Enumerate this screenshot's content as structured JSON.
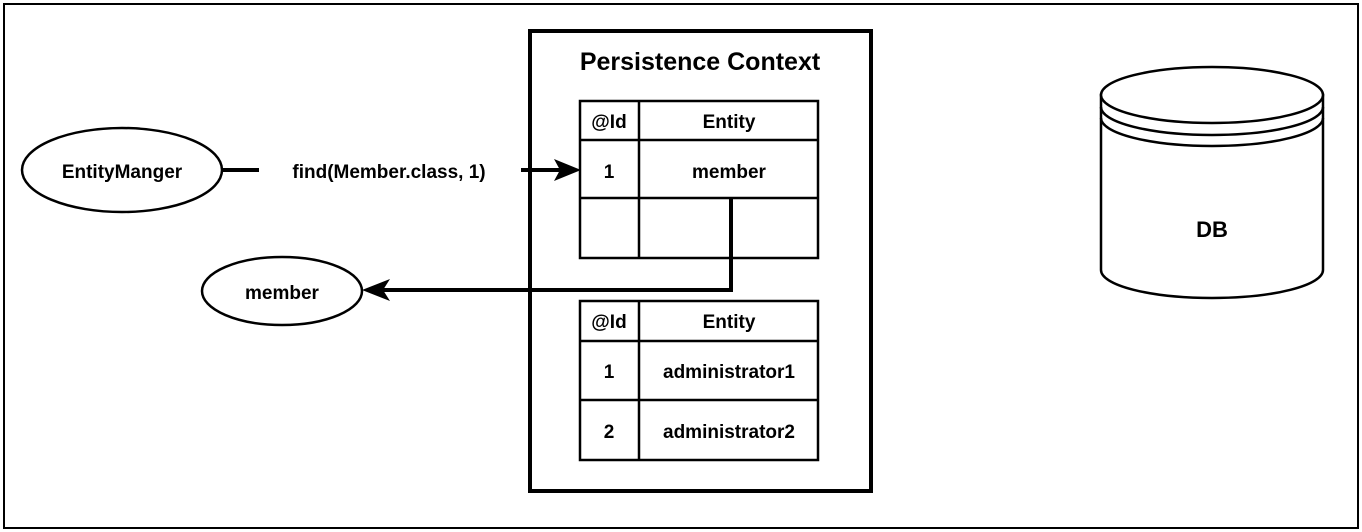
{
  "diagram": {
    "title_hidden": "",
    "frame": {
      "border_color": "#000000",
      "background": "#ffffff"
    },
    "nodes": {
      "entity_manager": {
        "label": "EntityManger",
        "shape": "ellipse"
      },
      "member_result": {
        "label": "member",
        "shape": "ellipse"
      },
      "database": {
        "label": "DB",
        "shape": "cylinder"
      }
    },
    "persistence_context": {
      "title": "Persistence Context",
      "tables": [
        {
          "name": "first-level-cache-table",
          "headers": [
            "@Id",
            "Entity"
          ],
          "rows": [
            [
              "1",
              "member"
            ],
            [
              "",
              ""
            ]
          ]
        },
        {
          "name": "administrator-table",
          "headers": [
            "@Id",
            "Entity"
          ],
          "rows": [
            [
              "1",
              "administrator1"
            ],
            [
              "2",
              "administrator2"
            ]
          ]
        }
      ]
    },
    "edges": [
      {
        "name": "find-call-edge",
        "label": "find(Member.class, 1)",
        "from": "entity_manager",
        "to": "first-level-cache-table",
        "direction": "right"
      },
      {
        "name": "return-entity-edge",
        "label": "",
        "from": "first-level-cache-table",
        "to": "member_result",
        "direction": "left"
      }
    ]
  }
}
